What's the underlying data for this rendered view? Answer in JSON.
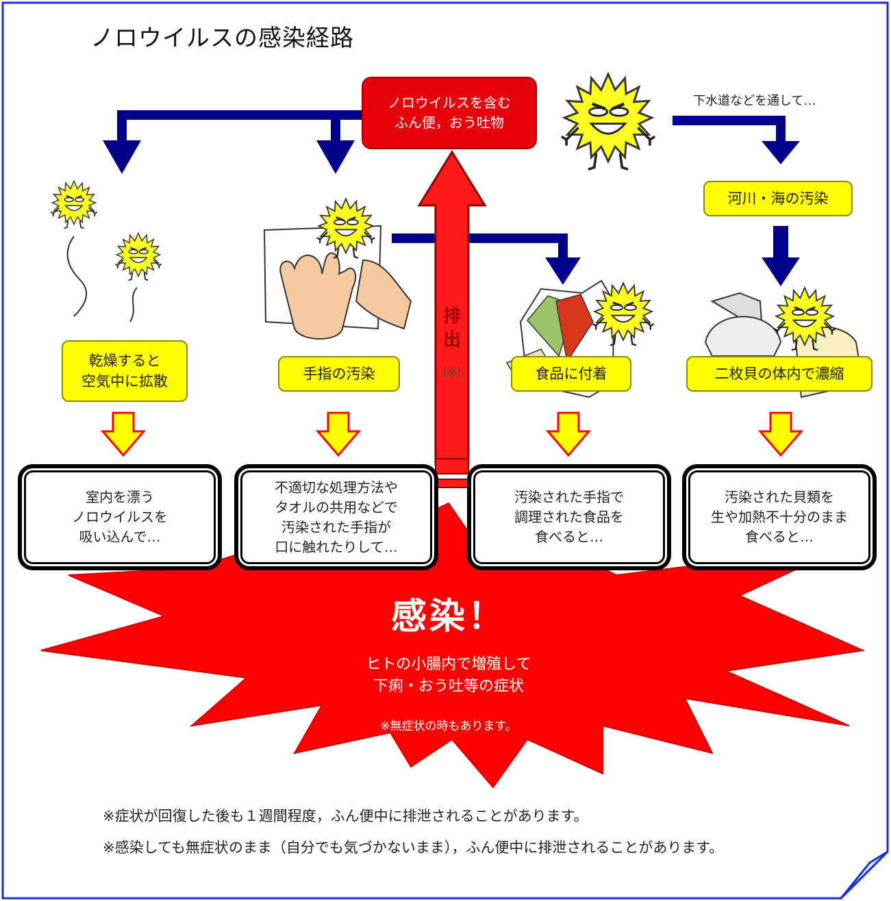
{
  "title": "ノロウイルスの感染経路",
  "source": {
    "label": "ノロウイルスを含む\nふん便，おう吐物"
  },
  "sewer_note": "下水道などを通して…",
  "excretion": {
    "label": "排\n出",
    "note": "（※）"
  },
  "routes": [
    {
      "stage": "乾燥すると\n空気中に拡散",
      "outcome": "室内を漂う\nノロウイルスを\n吸い込んで…",
      "icon": "airborne-virus-icon"
    },
    {
      "stage": "手指の汚染",
      "outcome": "不適切な処理方法や\nタオルの共用などで\n汚染された手指が\n口に触れたりして…",
      "icon": "hands-towel-icon"
    },
    {
      "stage": "食品に付着",
      "outcome": "汚染された手指で\n調理された食品を\n食べると…",
      "icon": "sandwich-icon"
    },
    {
      "stage": "二枚貝の体内で濃縮",
      "outcome": "汚染された貝類を\n生や加熱不十分のまま\n食べると…",
      "icon": "shellfish-icon"
    }
  ],
  "river": "河川・海の汚染",
  "infection": {
    "heading": "感染！",
    "description": "ヒトの小腸内で増殖して\n下痢・おう吐等の症状",
    "note": "※無症状の時もあります。"
  },
  "footnotes": [
    "※症状が回復した後も１週間程度，ふん便中に排泄されることがあります。",
    "※感染しても無症状のまま（自分でも気づかないまま），ふん便中に排泄されることがあります。"
  ],
  "colors": {
    "arrow_blue": "#00008b",
    "infection_red": "#ff0000",
    "label_yellow": "#ffff00",
    "frame_blue": "#1a2fd4"
  }
}
